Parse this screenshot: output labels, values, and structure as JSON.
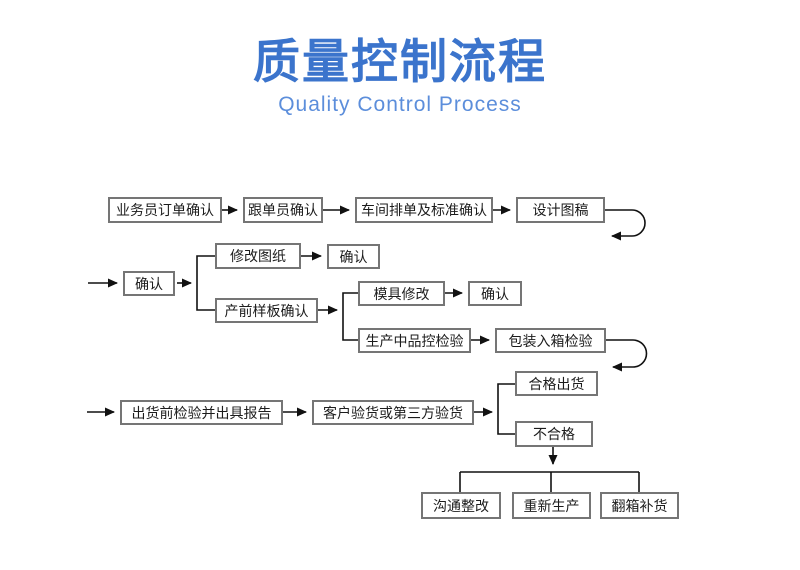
{
  "page": {
    "title": "质量控制流程",
    "subtitle": "Quality Control Process"
  },
  "colors": {
    "title_blue": "#3b74cc",
    "subtitle_blue": "#5c8edb",
    "box_border_gray": "#757575",
    "box_text": "#1c1c1c",
    "connector_black": "#111111",
    "background": "#ffffff"
  },
  "flowchart": {
    "nodes": {
      "salesman_order_confirm": {
        "label": "业务员订单确认"
      },
      "merchandiser_confirm": {
        "label": "跟单员确认"
      },
      "workshop_schedule_standard_confirm": {
        "label": "车间排单及标准确认"
      },
      "design_draft": {
        "label": "设计图稿"
      },
      "confirm_1": {
        "label": "确认"
      },
      "revise_drawing": {
        "label": "修改图纸"
      },
      "confirm_2": {
        "label": "确认"
      },
      "preproduction_sample_confirm": {
        "label": "产前样板确认"
      },
      "mold_modification": {
        "label": "模具修改"
      },
      "confirm_3": {
        "label": "确认"
      },
      "inprocess_qc_inspection": {
        "label": "生产中品控检验"
      },
      "packing_carton_inspection": {
        "label": "包装入箱检验"
      },
      "preshipment_inspection_report": {
        "label": "出货前检验并出具报告"
      },
      "customer_or_thirdparty_inspection": {
        "label": "客户验货或第三方验货"
      },
      "qualified_shipment": {
        "label": "合格出货"
      },
      "unqualified": {
        "label": "不合格"
      },
      "communicate_rectify": {
        "label": "沟通整改"
      },
      "reproduce": {
        "label": "重新生产"
      },
      "repack_replenish": {
        "label": "翻箱补货"
      }
    }
  }
}
